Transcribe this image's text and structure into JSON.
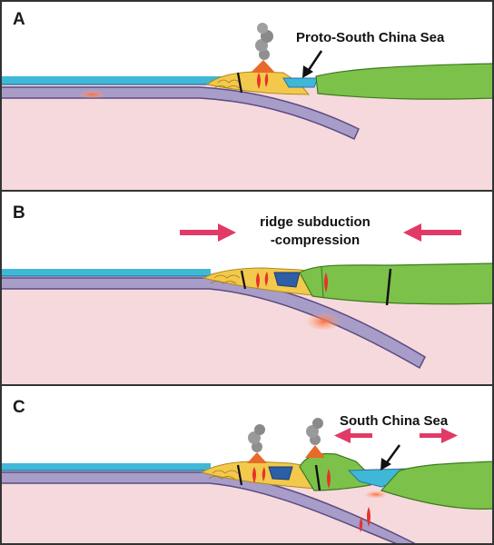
{
  "panels": [
    {
      "label": "A",
      "annotations": [
        "Proto-South China Sea"
      ]
    },
    {
      "label": "B",
      "annotations": [
        "ridge subduction",
        "-compression"
      ]
    },
    {
      "label": "C",
      "annotations": [
        "South China Sea"
      ]
    }
  ],
  "colors": {
    "mantle": "#f6d9dc",
    "sky": "#ffffff",
    "ocean_water": "#3fb8d8",
    "oceanic_crust": "#6b8cc4",
    "slab": "#a89cc8",
    "slab_edge": "#5a4c80",
    "continent": "#7cc24a",
    "continent_edge": "#3d7a1e",
    "accretionary_wedge": "#f2c94c",
    "magma": "#e8322a",
    "smoke": "#8f8f8f",
    "arrow_pink": "#e23a66",
    "fault": "#111111",
    "panel_border": "#333333"
  }
}
